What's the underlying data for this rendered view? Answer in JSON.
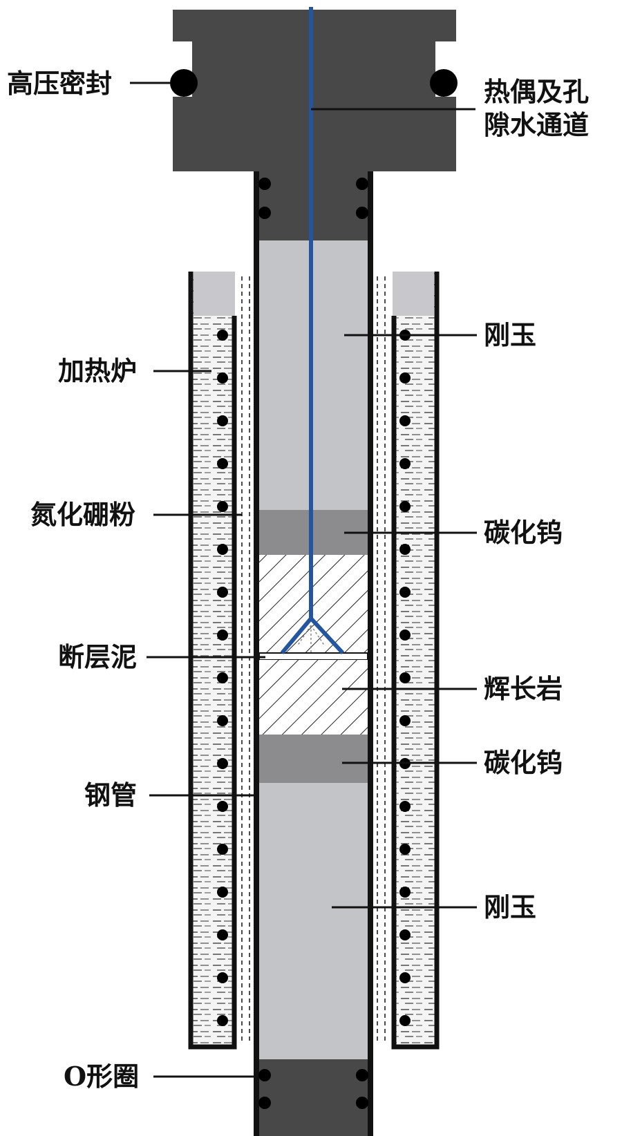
{
  "diagram": {
    "labels": {
      "high_pressure_seal": "高压密封",
      "thermocouple_line1": "热偶及孔",
      "thermocouple_line2": "隙水通道",
      "heating_furnace": "加热炉",
      "boron_nitride_powder": "氮化硼粉",
      "fault_gouge": "断层泥",
      "steel_tube": "钢管",
      "o_ring": "O形圈",
      "corundum_upper": "刚玉",
      "tungsten_carbide_upper": "碳化钨",
      "gabbro": "辉长岩",
      "tungsten_carbide_lower": "碳化钨",
      "corundum_lower": "刚玉"
    },
    "colors": {
      "piston_dark": "#484848",
      "corundum": "#c3c4c8",
      "tungsten_carbide": "#8c8c8e",
      "thermocouple": "#2355a0",
      "outline": "#111111",
      "furnace_fill": "#f2f2f2",
      "cap_fill": "#c8c8cc"
    }
  }
}
